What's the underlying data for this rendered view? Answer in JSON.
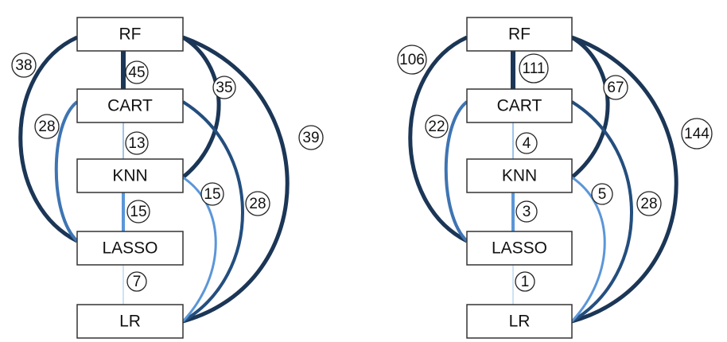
{
  "nodes": [
    "RF",
    "CART",
    "KNN",
    "LASSO",
    "LR"
  ],
  "colors": {
    "darkest": "#1b3656",
    "dark": "#234e7e",
    "medium": "#3e74b3",
    "light": "#5b96d8",
    "lightest": "#9ec4ea"
  },
  "diagrams": [
    {
      "edges": [
        {
          "from": "RF",
          "to": "LASSO",
          "weight": "38"
        },
        {
          "from": "RF",
          "to": "CART",
          "weight": "45"
        },
        {
          "from": "RF",
          "to": "KNN",
          "weight": "35"
        },
        {
          "from": "RF",
          "to": "LR",
          "weight": "39"
        },
        {
          "from": "CART",
          "to": "LASSO",
          "weight": "28"
        },
        {
          "from": "CART",
          "to": "KNN",
          "weight": "13"
        },
        {
          "from": "CART",
          "to": "LR",
          "weight": "28"
        },
        {
          "from": "KNN",
          "to": "LASSO",
          "weight": "15"
        },
        {
          "from": "KNN",
          "to": "LR",
          "weight": "15"
        },
        {
          "from": "LASSO",
          "to": "LR",
          "weight": "7"
        }
      ]
    },
    {
      "edges": [
        {
          "from": "RF",
          "to": "LASSO",
          "weight": "106"
        },
        {
          "from": "RF",
          "to": "CART",
          "weight": "111"
        },
        {
          "from": "RF",
          "to": "KNN",
          "weight": "67"
        },
        {
          "from": "RF",
          "to": "LR",
          "weight": "144"
        },
        {
          "from": "CART",
          "to": "LASSO",
          "weight": "22"
        },
        {
          "from": "CART",
          "to": "KNN",
          "weight": "4"
        },
        {
          "from": "CART",
          "to": "LR",
          "weight": "28"
        },
        {
          "from": "KNN",
          "to": "LASSO",
          "weight": "3"
        },
        {
          "from": "KNN",
          "to": "LR",
          "weight": "5"
        },
        {
          "from": "LASSO",
          "to": "LR",
          "weight": "1"
        }
      ]
    }
  ]
}
